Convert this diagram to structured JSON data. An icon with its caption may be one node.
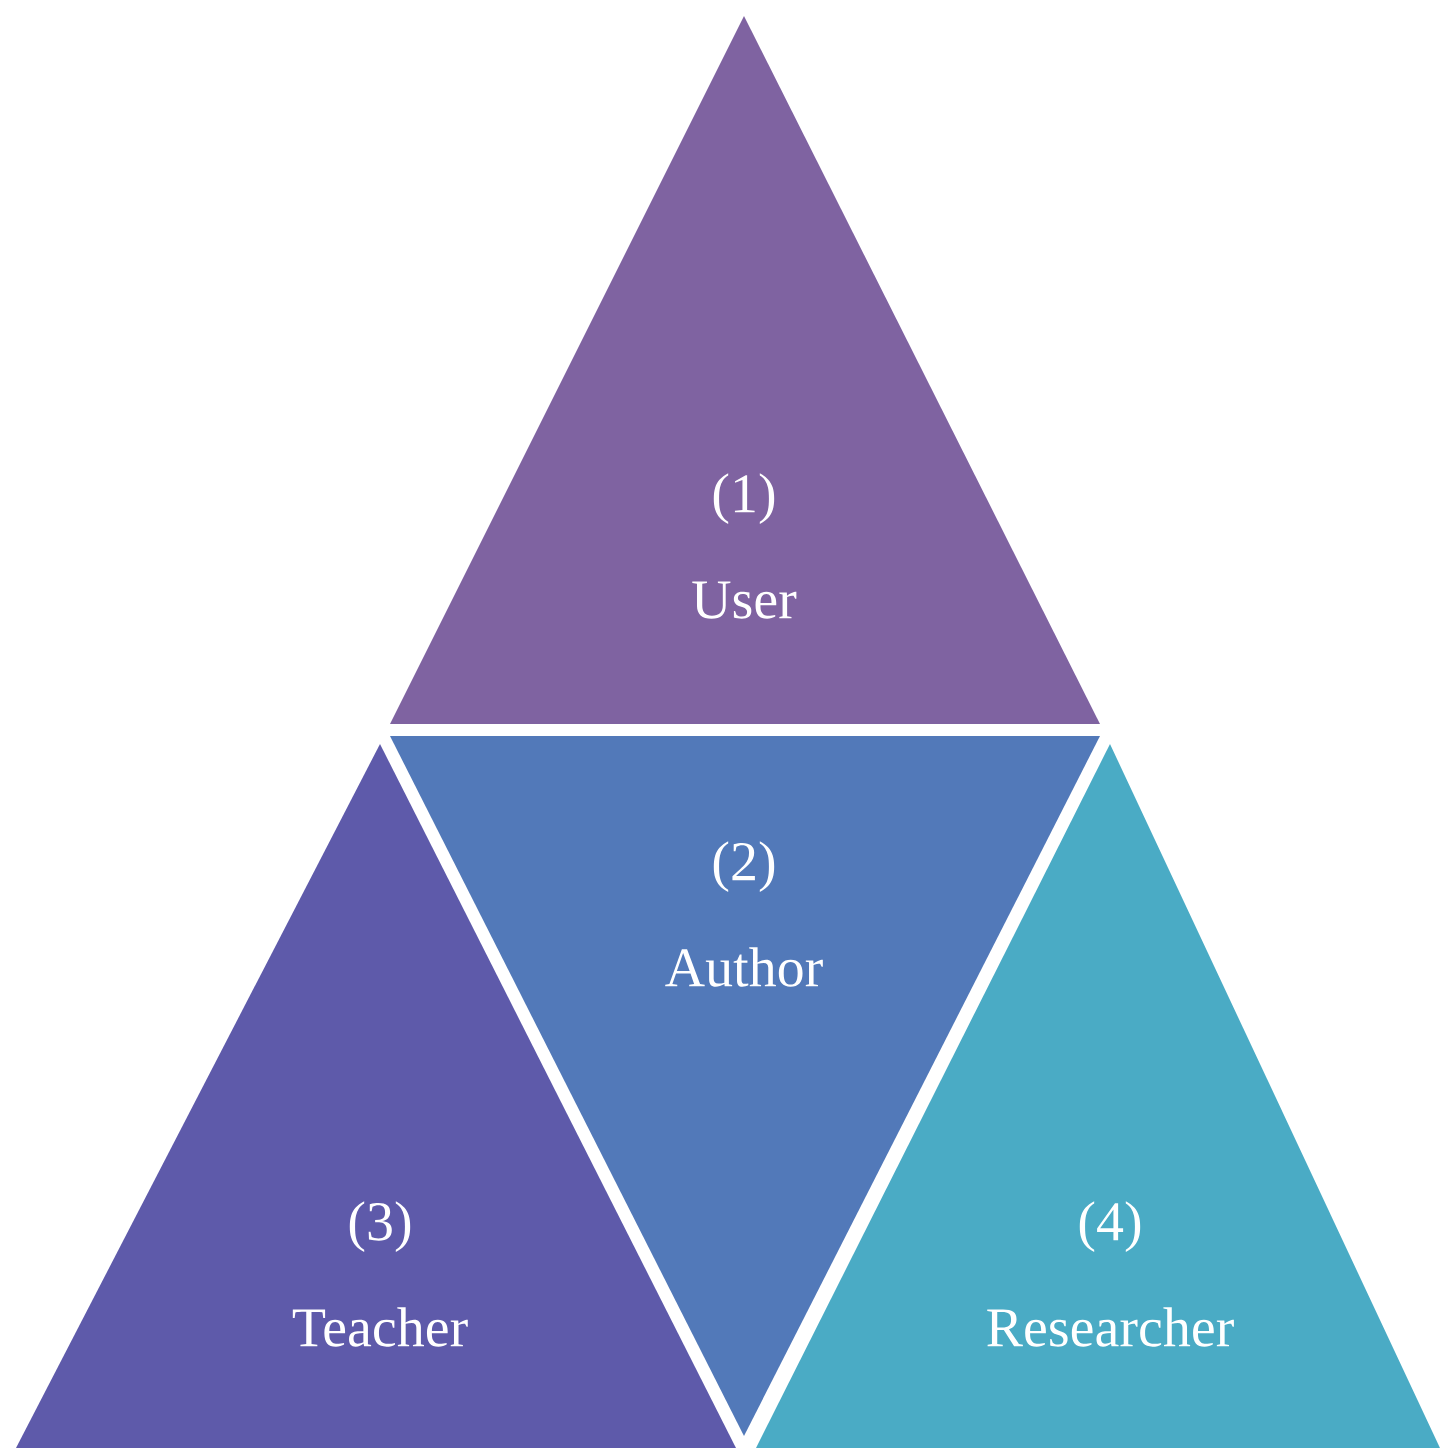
{
  "diagram": {
    "nodes": [
      {
        "text": [
          "(1)",
          "User"
        ]
      },
      {
        "text": [
          "(2)",
          "Author"
        ]
      },
      {
        "text": [
          "(3)",
          "Teacher"
        ]
      },
      {
        "text": [
          "(4)",
          "Researcher"
        ]
      }
    ]
  }
}
